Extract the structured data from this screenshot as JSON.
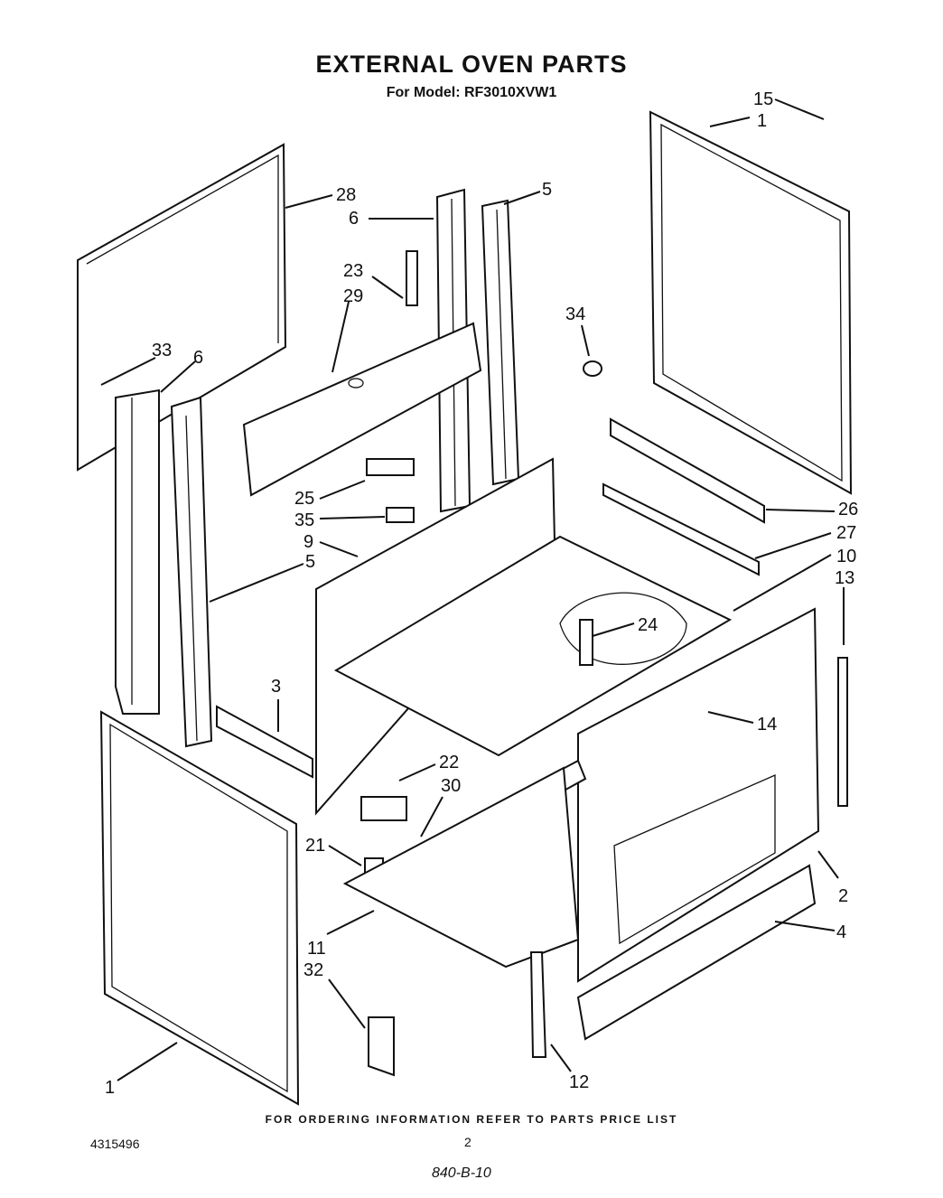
{
  "title": "EXTERNAL OVEN PARTS",
  "subtitle": "For Model: RF3010XVW1",
  "footer": "FOR ORDERING INFORMATION REFER TO PARTS PRICE LIST",
  "doc_number": "4315496",
  "page_number": "2",
  "code": "840-B-10",
  "callouts": [
    "15",
    "1",
    "28",
    "6",
    "5",
    "23",
    "29",
    "34",
    "33",
    "6",
    "25",
    "35",
    "26",
    "9",
    "27",
    "10",
    "13",
    "5",
    "24",
    "3",
    "14",
    "22",
    "30",
    "21",
    "2",
    "4",
    "11",
    "32",
    "12",
    "1"
  ]
}
